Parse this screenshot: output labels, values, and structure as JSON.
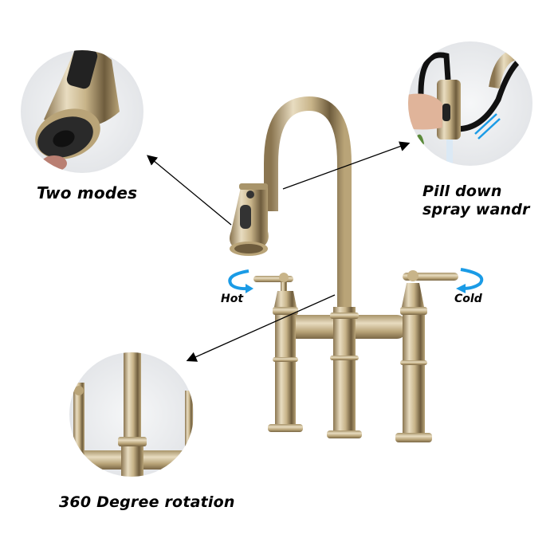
{
  "callouts": {
    "two_modes": {
      "label": "Two modes",
      "icon": "spray-head-closeup"
    },
    "pull_down": {
      "line1": "Pill down",
      "line2": "spray wandr",
      "icon": "pull-down-hose-closeup"
    },
    "rotation": {
      "label": "360 Degree rotation",
      "icon": "base-rotation-closeup"
    }
  },
  "handles": {
    "hot": {
      "label": "Hot",
      "icon": "rotate-arrow-icon"
    },
    "cold": {
      "label": "Cold",
      "icon": "rotate-arrow-icon"
    }
  },
  "colors": {
    "gold": "#c8b489",
    "gold_dark": "#8a7550",
    "gold_light": "#e8dcc0",
    "accent_blue": "#1a9be6",
    "black": "#111111",
    "marble": "#eef0f2"
  }
}
